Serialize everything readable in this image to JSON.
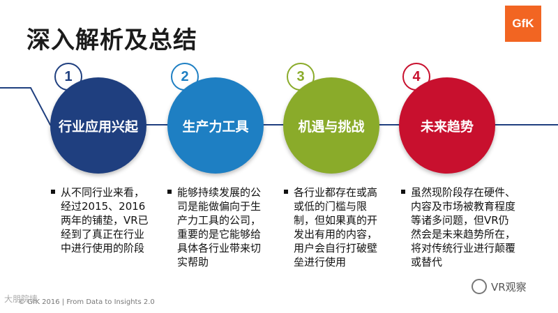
{
  "title": "深入解析及总结",
  "logo": {
    "text": "GfK",
    "color": "#f26522"
  },
  "steps": [
    {
      "number": "1",
      "label": "行业应用兴起",
      "color": "#1f3f7f",
      "text": "从不同行业来看，经过2015、2016两年的铺垫，VR已经到了真正在行业中进行使用的阶段"
    },
    {
      "number": "2",
      "label": "生产力工具",
      "color": "#1e7fc3",
      "text": "能够持续发展的公司是能做偏向于生产力工具的公司，重要的是它能够给具体各行业带来切实帮助"
    },
    {
      "number": "3",
      "label": "机遇与挑战",
      "color": "#8aab2a",
      "text": "各行业都存在或高或低的门槛与限制，但如果真的开发出有用的内容，用户会自行打破壁垒进行使用"
    },
    {
      "number": "4",
      "label": "未来趋势",
      "color": "#c8102e",
      "text": "虽然现阶段存在硬件、内容及市场被教育程度等诸多问题，但VR仍然会是未来趋势所在，将对传统行业进行颠覆或替代"
    }
  ],
  "footer": "© GfK 2016 | From Data to Insights 2.0",
  "watermark_left": "大朋院墙",
  "watermark_right": "VR观察",
  "line_color": "#1f3f7f"
}
